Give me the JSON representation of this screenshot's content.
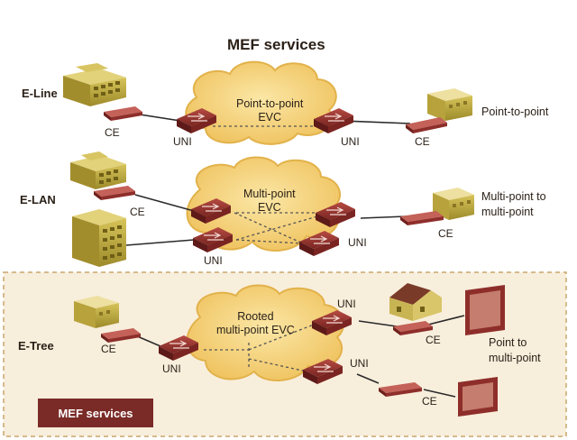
{
  "title": "MEF services",
  "legend_label": "MEF services",
  "colors": {
    "tree_panel_bg": "#f8eedc",
    "tree_panel_border": "#c9a56d",
    "cloud_fill": "#f6d67a",
    "device_fill": "#8e2e2a",
    "building_fill": "#b8a33b",
    "link": "#2a2a2a",
    "legend_bg": "#7a2b27"
  },
  "eline": {
    "name": "E-Line",
    "cloud_label": "Point-to-point\nEVC",
    "ce_left": "CE",
    "uni_left": "UNI",
    "uni_right": "UNI",
    "ce_right": "CE",
    "description": "Point-to-point"
  },
  "elan": {
    "name": "E-LAN",
    "cloud_label": "Multi-point\nEVC",
    "ce_left": "CE",
    "uni_bottom": "UNI",
    "uni_right": "UNI",
    "ce_right": "CE",
    "description": "Multi-point to\nmulti-point"
  },
  "etree": {
    "name": "E-Tree",
    "cloud_label": "Rooted\nmulti-point EVC",
    "ce_left": "CE",
    "uni_left": "UNI",
    "uni_top": "UNI",
    "uni_bottom": "UNI",
    "ce_top": "CE",
    "ce_bottom": "CE",
    "description": "Point to\nmulti-point"
  }
}
